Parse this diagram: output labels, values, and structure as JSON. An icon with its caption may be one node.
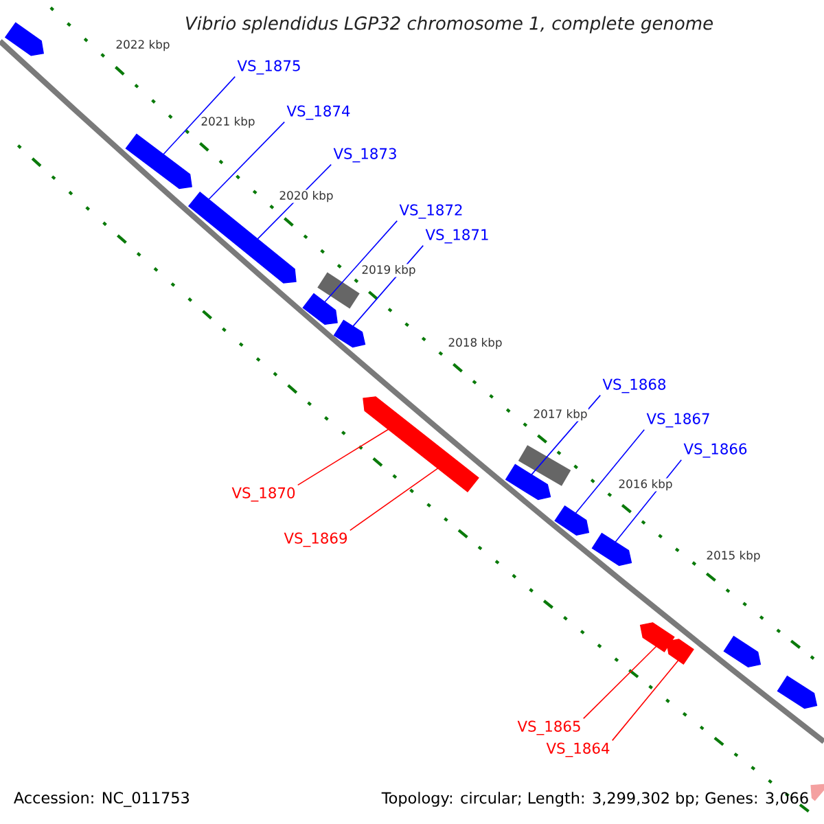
{
  "diagram": {
    "title": "Vibrio splendidus LGP32 chromosome 1, complete genome",
    "nodes": [
      {
        "text": [],
        "shape": "pentagon"
      },
      {
        "text": [
          "VS_1875"
        ]
      },
      {
        "text": [
          "VS_1874"
        ]
      },
      {
        "text": [],
        "shape": "pentagon"
      },
      {
        "text": [
          "VS_1873"
        ]
      },
      {
        "text": [],
        "shape": "pentagon"
      },
      {
        "text": [
          "VS_1872"
        ]
      },
      {
        "text": [
          "VS_1871"
        ]
      },
      {
        "text": [],
        "shape": "box"
      },
      {
        "text": [],
        "shape": "pentagon"
      },
      {
        "text": [],
        "shape": "pentagon"
      },
      {
        "text": [
          "VS_1868"
        ]
      },
      {
        "text": [],
        "shape": "pentagon"
      },
      {
        "text": [
          "VS_1867"
        ]
      },
      {
        "text": [],
        "shape": "box"
      },
      {
        "text": [
          "VS_1866"
        ]
      },
      {
        "text": [],
        "shape": "pentagon"
      },
      {
        "text": [
          "VS_1870"
        ]
      },
      {
        "text": [],
        "shape": "pentagon"
      },
      {
        "text": [],
        "shape": "pentagon"
      },
      {
        "text": [
          "VS_1869"
        ]
      },
      {
        "text": [],
        "shape": "pentagon"
      },
      {
        "text": [],
        "shape": "pentagon"
      },
      {
        "text": [],
        "shape": "pentagon"
      },
      {
        "text": [],
        "shape": "pentagon"
      },
      {
        "text": [
          "VS_1865"
        ]
      },
      {
        "text": [
          "VS_1864"
        ]
      },
      {
        "text": [],
        "shape": "pentagon"
      }
    ],
    "edges": [
      {
        "from": 1,
        "to": 3,
        "arrow": "none"
      },
      {
        "from": 2,
        "to": 5,
        "arrow": "none"
      },
      {
        "from": 4,
        "to": 5,
        "arrow": "none"
      },
      {
        "from": 6,
        "to": 9,
        "arrow": "none"
      },
      {
        "from": 7,
        "to": 10,
        "arrow": "none"
      },
      {
        "from": 17,
        "to": 12,
        "arrow": "none",
        "color": "#ff0000"
      },
      {
        "from": 20,
        "to": 12,
        "arrow": "none",
        "color": "#ff0000"
      },
      {
        "from": 11,
        "to": 16,
        "arrow": "none"
      },
      {
        "from": 13,
        "to": 18,
        "arrow": "none"
      },
      {
        "from": 15,
        "to": 19,
        "arrow": "none"
      },
      {
        "from": 25,
        "to": 21,
        "arrow": "none",
        "color": "#ff0000"
      },
      {
        "from": 26,
        "to": 22,
        "arrow": "none",
        "color": "#ff0000"
      }
    ],
    "labels": [
      "2022 kbp",
      "2021 kbp",
      "2020 kbp",
      "2019 kbp",
      "2018 kbp",
      "2017 kbp",
      "2016 kbp",
      "2015 kbp",
      "Accession: NC_011753",
      "Topology: circular; Length: 3,299,302 bp; Genes: 3,066"
    ]
  }
}
